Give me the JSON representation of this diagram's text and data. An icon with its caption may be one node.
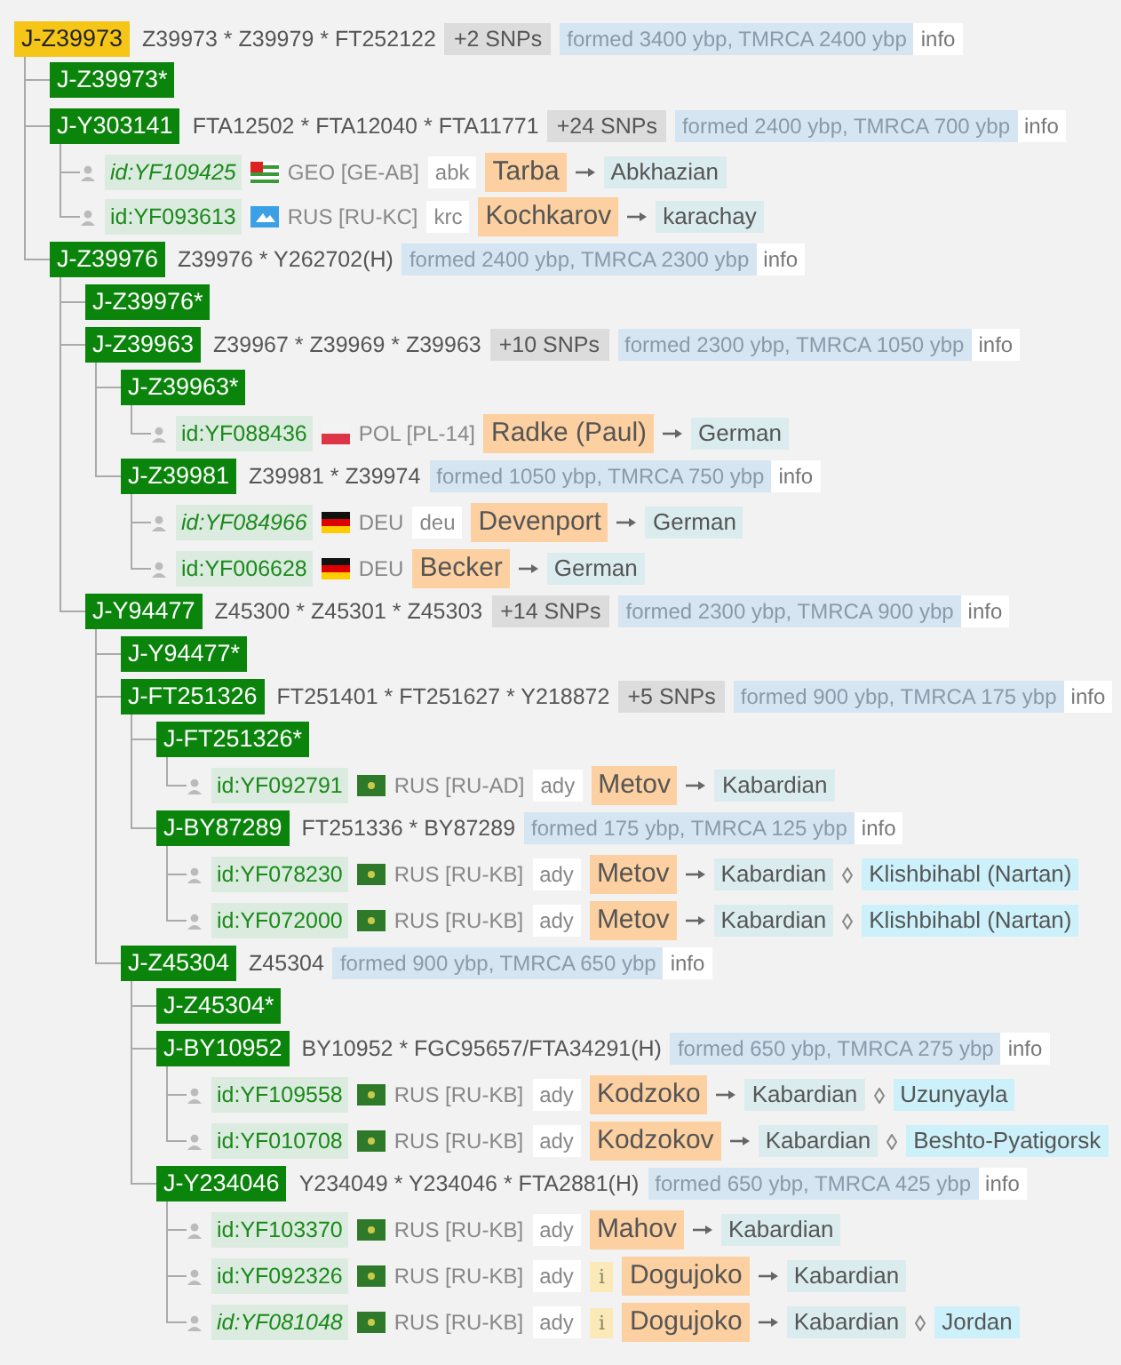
{
  "diagram": {
    "nodes": [
      {
        "text": [
          "J-Z39973",
          "Z39973 * Z39979 * FT252122",
          "+2 SNPs",
          "formed 3400 ybp, TMRCA 2400 ybp",
          "info"
        ]
      },
      {
        "text": [
          "J-Z39973*"
        ]
      },
      {
        "text": [
          "J-Y303141",
          "FTA12502 * FTA12040 * FTA11771",
          "+24 SNPs",
          "formed 2400 ybp, TMRCA 700 ybp",
          "info"
        ]
      },
      {
        "text": [
          "id:YF109425",
          "GEO [GE-AB]",
          "abk",
          "Tarba",
          "Abkhazian"
        ]
      },
      {
        "text": [
          "id:YF093613",
          "RUS [RU-KC]",
          "krc",
          "Kochkarov",
          "karachay"
        ]
      },
      {
        "text": [
          "J-Z39976",
          "Z39976 * Y262702(H)",
          "formed 2400 ybp, TMRCA 2300 ybp",
          "info"
        ]
      },
      {
        "text": [
          "J-Z39976*"
        ]
      },
      {
        "text": [
          "J-Z39963",
          "Z39967 * Z39969 * Z39963",
          "+10 SNPs",
          "formed 2300 ybp, TMRCA 1050 ybp",
          "info"
        ]
      },
      {
        "text": [
          "J-Z39963*"
        ]
      },
      {
        "text": [
          "id:YF088436",
          "POL [PL-14]",
          "Radke (Paul)",
          "German"
        ]
      },
      {
        "text": [
          "J-Z39981",
          "Z39981 * Z39974",
          "formed 1050 ybp, TMRCA 750 ybp",
          "info"
        ]
      },
      {
        "text": [
          "id:YF084966",
          "DEU",
          "deu",
          "Devenport",
          "German"
        ]
      },
      {
        "text": [
          "id:YF006628",
          "DEU",
          "Becker",
          "German"
        ]
      },
      {
        "text": [
          "J-Y94477",
          "Z45300 * Z45301 * Z45303",
          "+14 SNPs",
          "formed 2300 ybp, TMRCA 900 ybp",
          "info"
        ]
      },
      {
        "text": [
          "J-Y94477*"
        ]
      },
      {
        "text": [
          "J-FT251326",
          "FT251401 * FT251627 * Y218872",
          "+5 SNPs",
          "formed 900 ybp, TMRCA 175 ybp",
          "info"
        ]
      },
      {
        "text": [
          "J-FT251326*"
        ]
      },
      {
        "text": [
          "id:YF092791",
          "RUS [RU-AD]",
          "ady",
          "Metov",
          "Kabardian"
        ]
      },
      {
        "text": [
          "J-BY87289",
          "FT251336 * BY87289",
          "formed 175 ybp, TMRCA 125 ybp",
          "info"
        ]
      },
      {
        "text": [
          "id:YF078230",
          "RUS [RU-KB]",
          "ady",
          "Metov",
          "Kabardian",
          "Klishbihabl (Nartan)"
        ]
      },
      {
        "text": [
          "id:YF072000",
          "RUS [RU-KB]",
          "ady",
          "Metov",
          "Kabardian",
          "Klishbihabl (Nartan)"
        ]
      },
      {
        "text": [
          "J-Z45304",
          "Z45304",
          "formed 900 ybp, TMRCA 650 ybp",
          "info"
        ]
      },
      {
        "text": [
          "J-Z45304*"
        ]
      },
      {
        "text": [
          "J-BY10952",
          "BY10952 * FGC95657/FTA34291(H)",
          "formed 650 ybp, TMRCA 275 ybp",
          "info"
        ]
      },
      {
        "text": [
          "id:YF109558",
          "RUS [RU-KB]",
          "ady",
          "Kodzoko",
          "Kabardian",
          "Uzunyayla"
        ]
      },
      {
        "text": [
          "id:YF010708",
          "RUS [RU-KB]",
          "ady",
          "Kodzokov",
          "Kabardian",
          "Beshto-Pyatigorsk"
        ]
      },
      {
        "text": [
          "J-Y234046",
          "Y234049 * Y234046 * FTA2881(H)",
          "formed 650 ybp, TMRCA 425 ybp",
          "info"
        ]
      },
      {
        "text": [
          "id:YF103370",
          "RUS [RU-KB]",
          "ady",
          "Mahov",
          "Kabardian"
        ]
      },
      {
        "text": [
          "id:YF092326",
          "RUS [RU-KB]",
          "ady",
          "i",
          "Dogujoko",
          "Kabardian"
        ]
      },
      {
        "text": [
          "id:YF081048",
          "RUS [RU-KB]",
          "ady",
          "i",
          "Dogujoko",
          "Kabardian",
          "Jordan"
        ]
      }
    ],
    "edges": [
      {
        "from": 0,
        "to": 1,
        "arrow": "none"
      },
      {
        "from": 0,
        "to": 2,
        "arrow": "none"
      },
      {
        "from": 2,
        "to": 3,
        "arrow": "none"
      },
      {
        "from": 2,
        "to": 4,
        "arrow": "none"
      },
      {
        "from": 0,
        "to": 5,
        "arrow": "none"
      },
      {
        "from": 5,
        "to": 6,
        "arrow": "none"
      },
      {
        "from": 5,
        "to": 7,
        "arrow": "none"
      },
      {
        "from": 7,
        "to": 8,
        "arrow": "none"
      },
      {
        "from": 8,
        "to": 9,
        "arrow": "none"
      },
      {
        "from": 7,
        "to": 10,
        "arrow": "none"
      },
      {
        "from": 10,
        "to": 11,
        "arrow": "none"
      },
      {
        "from": 10,
        "to": 12,
        "arrow": "none"
      },
      {
        "from": 5,
        "to": 13,
        "arrow": "none"
      },
      {
        "from": 13,
        "to": 14,
        "arrow": "none"
      },
      {
        "from": 13,
        "to": 15,
        "arrow": "none"
      },
      {
        "from": 15,
        "to": 16,
        "arrow": "none"
      },
      {
        "from": 16,
        "to": 17,
        "arrow": "none"
      },
      {
        "from": 15,
        "to": 18,
        "arrow": "none"
      },
      {
        "from": 18,
        "to": 19,
        "arrow": "none"
      },
      {
        "from": 18,
        "to": 20,
        "arrow": "none"
      },
      {
        "from": 13,
        "to": 21,
        "arrow": "none"
      },
      {
        "from": 21,
        "to": 22,
        "arrow": "none"
      },
      {
        "from": 21,
        "to": 23,
        "arrow": "none"
      },
      {
        "from": 23,
        "to": 24,
        "arrow": "none"
      },
      {
        "from": 23,
        "to": 25,
        "arrow": "none"
      },
      {
        "from": 21,
        "to": 26,
        "arrow": "none"
      },
      {
        "from": 26,
        "to": 27,
        "arrow": "none"
      },
      {
        "from": 26,
        "to": 28,
        "arrow": "none"
      },
      {
        "from": 26,
        "to": 29,
        "arrow": "none"
      }
    ]
  }
}
